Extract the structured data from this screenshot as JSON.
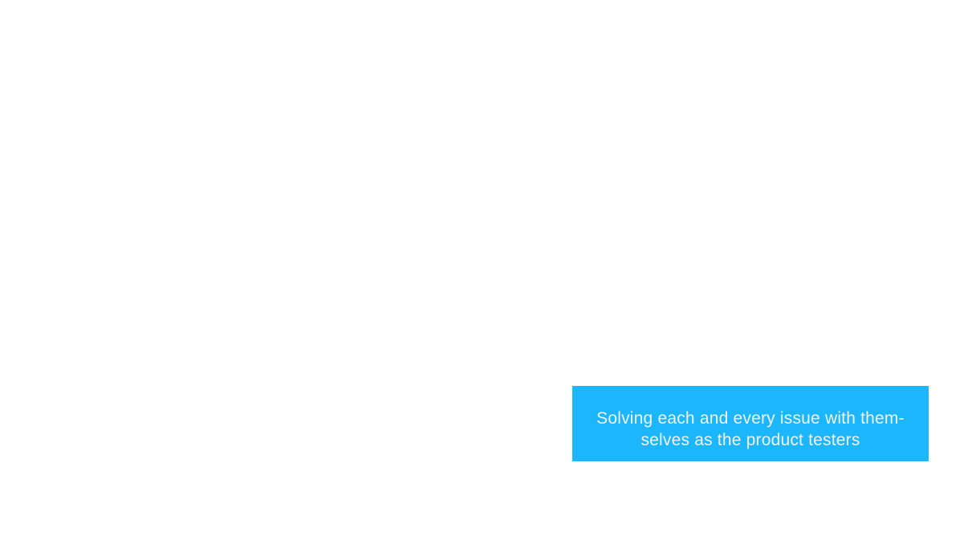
{
  "slide": {
    "background_color": "#ffffff",
    "callout": {
      "background_color": "#1bb6fb",
      "text_color": "#f2f2f2",
      "full_text": "Solving each and every issue with them-selves as the product testers",
      "line1": "Solving each and every issue with them-",
      "line2": "selves as the product testers"
    }
  }
}
